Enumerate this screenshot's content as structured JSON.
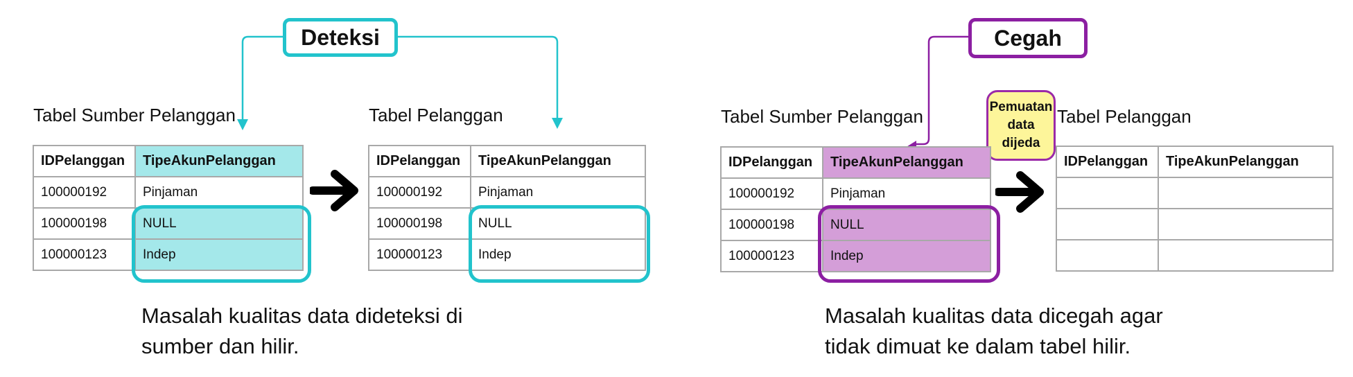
{
  "colors": {
    "detect": "#22c3cc",
    "prevent": "#8c1fa2",
    "detect_fill": "#a4e8ea",
    "prevent_fill": "#d49ed8",
    "note_fill": "#fdf59a"
  },
  "icons": [
    "arrow-right-icon"
  ],
  "detect": {
    "badge": "Deteksi",
    "source": {
      "label": "Tabel Sumber Pelanggan",
      "columns": [
        "IDPelanggan",
        "TipeAkunPelanggan"
      ],
      "rows": [
        [
          "100000192",
          "Pinjaman"
        ],
        [
          "100000198",
          "NULL"
        ],
        [
          "100000123",
          "Indep"
        ]
      ]
    },
    "target": {
      "label": "Tabel Pelanggan",
      "columns": [
        "IDPelanggan",
        "TipeAkunPelanggan"
      ],
      "rows": [
        [
          "100000192",
          "Pinjaman"
        ],
        [
          "100000198",
          "NULL"
        ],
        [
          "100000123",
          "Indep"
        ]
      ]
    },
    "caption_line1": "Masalah kualitas data dideteksi di",
    "caption_line2": "sumber dan hilir."
  },
  "prevent": {
    "badge": "Cegah",
    "note_line1": "Pemuatan",
    "note_line2": "data",
    "note_line3": "dijeda",
    "source": {
      "label": "Tabel Sumber Pelanggan",
      "columns": [
        "IDPelanggan",
        "TipeAkunPelanggan"
      ],
      "rows": [
        [
          "100000192",
          "Pinjaman"
        ],
        [
          "100000198",
          "NULL"
        ],
        [
          "100000123",
          "Indep"
        ]
      ]
    },
    "target": {
      "label": "Tabel Pelanggan",
      "columns": [
        "IDPelanggan",
        "TipeAkunPelanggan"
      ],
      "rows": [
        [
          "",
          ""
        ],
        [
          "",
          ""
        ],
        [
          "",
          ""
        ]
      ]
    },
    "caption_line1": "Masalah kualitas data dicegah agar",
    "caption_line2": "tidak dimuat ke dalam tabel hilir."
  }
}
